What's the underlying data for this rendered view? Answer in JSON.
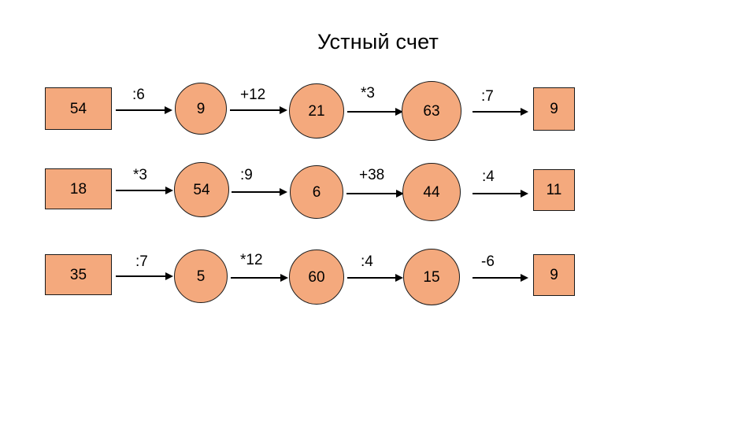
{
  "slide": {
    "title": "Устный счет",
    "background_color": "#FFFFFF",
    "shape_fill_color": "#F4A97D",
    "shape_stroke_color": "#1A1A1A",
    "text_color": "#000000"
  },
  "chains": [
    {
      "id": "chain-1",
      "nodes": [
        {
          "label": "54",
          "shape": "rect"
        },
        {
          "label": "9",
          "shape": "circle"
        },
        {
          "label": "21",
          "shape": "circle"
        },
        {
          "label": "63",
          "shape": "circle"
        },
        {
          "label": "9",
          "shape": "square"
        }
      ],
      "operations": [
        ":6",
        "+12",
        "*3",
        ":7"
      ]
    },
    {
      "id": "chain-2",
      "nodes": [
        {
          "label": "18",
          "shape": "rect"
        },
        {
          "label": "54",
          "shape": "circle"
        },
        {
          "label": "6",
          "shape": "circle"
        },
        {
          "label": "44",
          "shape": "circle"
        },
        {
          "label": "11",
          "shape": "square"
        }
      ],
      "operations": [
        "*3",
        ":9",
        "+38",
        ":4"
      ]
    },
    {
      "id": "chain-3",
      "nodes": [
        {
          "label": "35",
          "shape": "rect"
        },
        {
          "label": "5",
          "shape": "circle"
        },
        {
          "label": "60",
          "shape": "circle"
        },
        {
          "label": "15",
          "shape": "circle"
        },
        {
          "label": "9",
          "shape": "square"
        }
      ],
      "operations": [
        ":7",
        "*12",
        ":4",
        "-6"
      ]
    }
  ]
}
